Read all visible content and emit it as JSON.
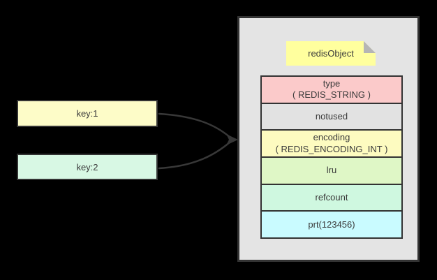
{
  "canvas": {
    "background": "#000000",
    "text_color": "#3a3a3a",
    "line_color": "#383838"
  },
  "keys": [
    {
      "label": "key:1",
      "fill": "#FDFCC8"
    },
    {
      "label": "key:2",
      "fill": "#D8F8E4"
    }
  ],
  "object_panel": {
    "fill": "#E4E4E4",
    "border_color": "#333333",
    "note": {
      "label": "redisObject",
      "fill": "#FFFF9E",
      "fold_color": "#b5b5b5"
    },
    "fields": [
      {
        "label": "type",
        "sublabel": "( REDIS_STRING )",
        "fill": "#FBCACA"
      },
      {
        "label": "notused",
        "sublabel": "",
        "fill": "#E2E2E2"
      },
      {
        "label": "encoding",
        "sublabel": "( REDIS_ENCODING_INT )",
        "fill": "#FDFBC0"
      },
      {
        "label": "lru",
        "sublabel": "",
        "fill": "#DFF7C6"
      },
      {
        "label": "refcount",
        "sublabel": "",
        "fill": "#CFF8E0"
      },
      {
        "label": "prt(123456)",
        "sublabel": "",
        "fill": "#C9FBFF"
      }
    ]
  }
}
